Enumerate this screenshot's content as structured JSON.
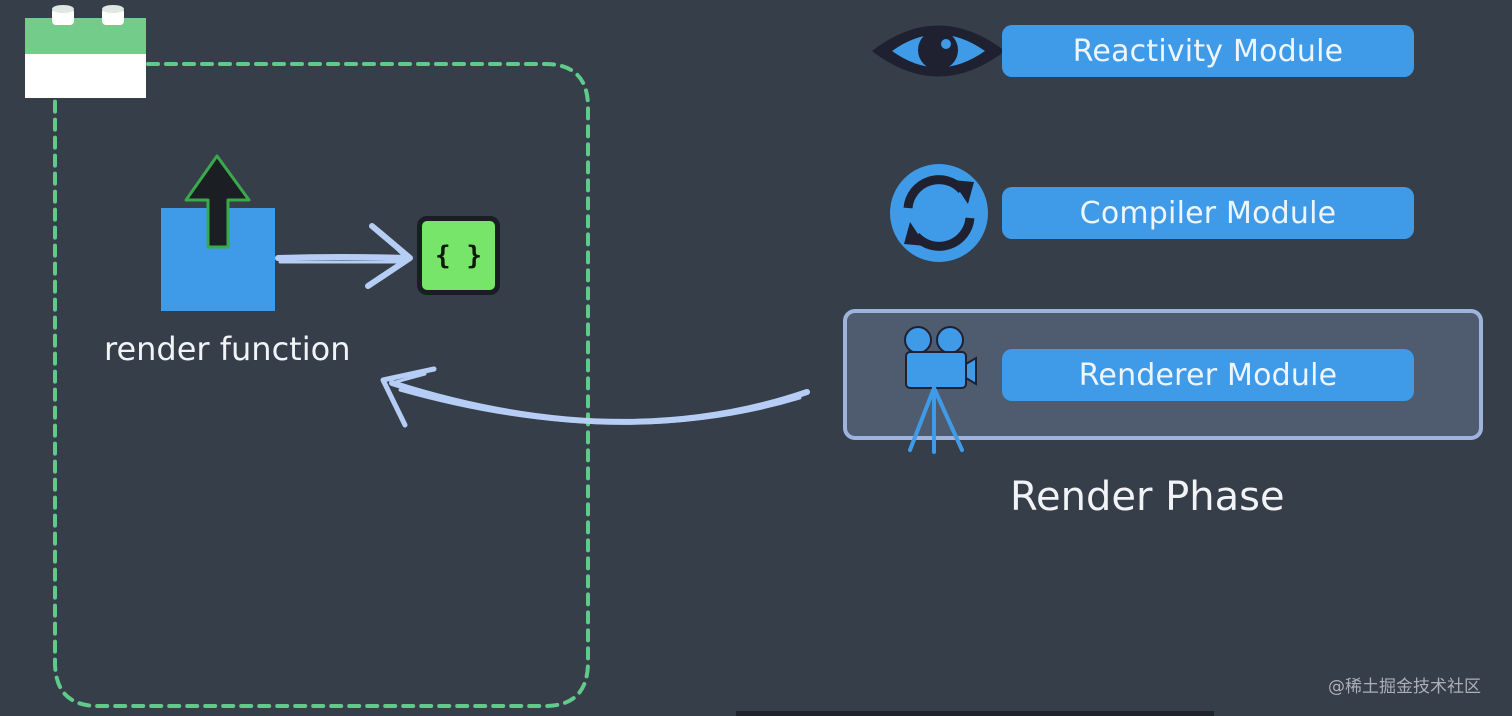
{
  "modules": {
    "reactivity": {
      "label": "Reactivity Module",
      "icon": "eye-icon"
    },
    "compiler": {
      "label": "Compiler Module",
      "icon": "sync-icon"
    },
    "renderer": {
      "label": "Renderer Module",
      "icon": "movie-camera-icon"
    }
  },
  "render_function": {
    "label": "render function",
    "code_symbol": "{ }"
  },
  "render_phase": {
    "label": "Render Phase"
  },
  "watermark": {
    "text": "@稀土掘金技术社区"
  },
  "colors": {
    "background": "#353e49",
    "module_blue": "#3f9be8",
    "panel_fill": "#4f5c70",
    "panel_border": "#9fb4dd",
    "dashed_green": "#5fca8a",
    "arrow_blue": "#b6cef5",
    "code_green": "#76e56a"
  }
}
